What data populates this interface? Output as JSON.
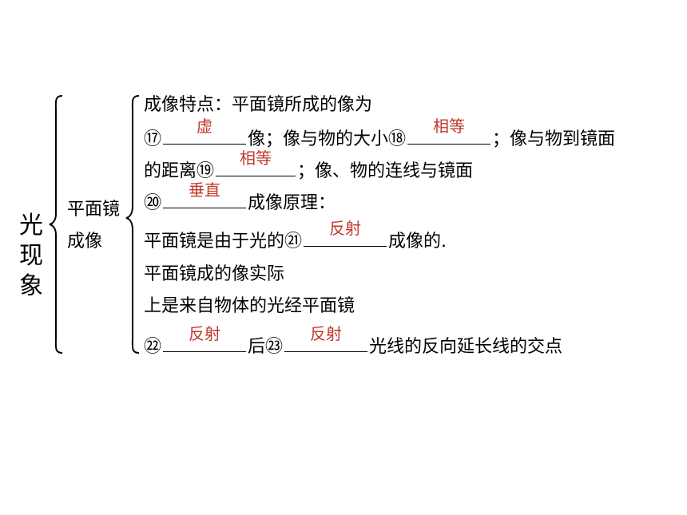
{
  "title_chars": [
    "光",
    "现",
    "象"
  ],
  "sub_label": {
    "line1": "平面镜",
    "line2": "成像"
  },
  "lines": {
    "l1": "成像特点：平面镜所成的像为",
    "l2a": "⑰",
    "l2b": "像；像与物的大小⑱",
    "l2c": "；像与物到镜面",
    "l3a": "的距离⑲",
    "l3b": "；像、物的连线与镜面",
    "l4a": "⑳",
    "l4b": "成像原理：",
    "l5a": "平面镜是由于光的",
    "l5num": "㉑",
    "l5b": "成像的.",
    "l6": "平面镜成的像实际",
    "l7": "上是来自物体的光经平面镜",
    "l8num1": "㉒",
    "l8b": "后",
    "l8num2": "㉓",
    "l8c": "光线的反向延长线的交点"
  },
  "answers": {
    "a17": "虚",
    "a18": "相等",
    "a19": "相等",
    "a20": "垂直",
    "a21": "反射",
    "a22": "反射",
    "a23": "反射"
  },
  "colors": {
    "answer": "#c0392b",
    "text": "#000000"
  }
}
